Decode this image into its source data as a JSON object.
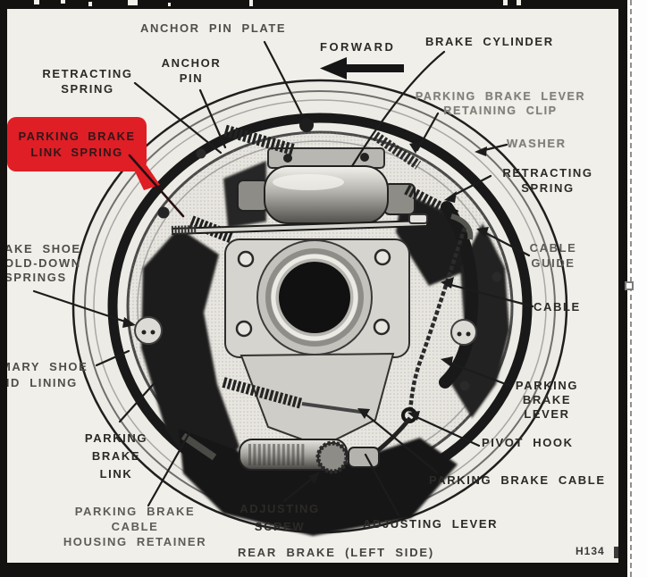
{
  "figure": {
    "caption": "REAR BRAKE (LEFT SIDE)",
    "code": "H134",
    "forward_label": "FORWARD",
    "highlight": {
      "text": "PARKING BRAKE\nLINK SPRING",
      "color": "#e01e25",
      "text_color": "#31171a"
    },
    "labels": {
      "anchor_pin_plate": "ANCHOR PIN PLATE",
      "retracting_spring_left": "RETRACTING\nSPRING",
      "anchor_pin": "ANCHOR\nPIN",
      "brake_cylinder": "BRAKE CYLINDER",
      "parking_brake_lever_retaining_clip": "PARKING BRAKE LEVER\nRETAINING CLIP",
      "washer": "WASHER",
      "retracting_spring_right": "RETRACTING\nSPRING",
      "cable_guide": "CABLE\nGUIDE",
      "cable": "CABLE",
      "brake_shoe_hold_down_springs": "AKE SHOE\nOLD-DOWN\nSPRINGS",
      "primary_shoe_and_lining": "MARY SHOE\nND LINING",
      "parking_brake_link": "PARKING\nBRAKE\nLINK",
      "parking_brake_cable_housing_retainer": "PARKING BRAKE CABLE\nHOUSING RETAINER",
      "adjusting_screw": "ADJUSTING\nSCREW",
      "adjusting_lever": "ADJUSTING LEVER",
      "parking_brake_lever": "PARKING\nBRAKE\nLEVER",
      "pivot_hook": "PIVOT HOOK",
      "parking_brake_cable": "PARKING BRAKE CABLE"
    }
  },
  "ui": {
    "paper_color": "#f1efe9",
    "scan_border_color": "#141210",
    "marquee_color": "#8f8f8f"
  }
}
